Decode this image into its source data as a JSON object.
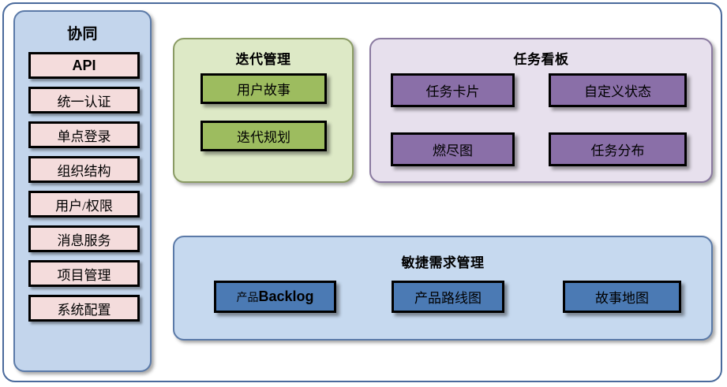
{
  "diagram": {
    "outer_frame": {
      "border_color": "#4a6a9c"
    },
    "sidebar": {
      "title": "协同",
      "bg_color": "#c3d5ec",
      "item_bg_color": "#f4dcdc",
      "items": [
        {
          "label": "API",
          "style": "latin-bold"
        },
        {
          "label": "统一认证",
          "style": "cjk"
        },
        {
          "label": "单点登录",
          "style": "cjk"
        },
        {
          "label": "组织结构",
          "style": "cjk"
        },
        {
          "label": "用户/权限",
          "style": "cjk"
        },
        {
          "label": "消息服务",
          "style": "cjk"
        },
        {
          "label": "项目管理",
          "style": "cjk"
        },
        {
          "label": "系统配置",
          "style": "cjk"
        }
      ]
    },
    "iteration_panel": {
      "title": "迭代管理",
      "bg_color": "#dde9c6",
      "border_color": "#8a9b64",
      "box_color": "#9dbc5f",
      "boxes": [
        {
          "label": "用户故事"
        },
        {
          "label": "迭代规划"
        }
      ]
    },
    "taskboard_panel": {
      "title": "任务看板",
      "bg_color": "#e7e0ed",
      "border_color": "#8a7aa0",
      "box_color": "#8a6fa8",
      "boxes": [
        {
          "label": "任务卡片"
        },
        {
          "label": "自定义状态"
        },
        {
          "label": "燃尽图"
        },
        {
          "label": "任务分布"
        }
      ]
    },
    "agile_panel": {
      "title": "敏捷需求管理",
      "bg_color": "#c6d9ef",
      "border_color": "#5b7aa8",
      "box_color": "#4b7ab4",
      "boxes": [
        {
          "label_cjk": "产品",
          "label_latin": "Backlog"
        },
        {
          "label_cjk": "产品路线图",
          "label_latin": ""
        },
        {
          "label_cjk": "故事地图",
          "label_latin": ""
        }
      ]
    }
  }
}
